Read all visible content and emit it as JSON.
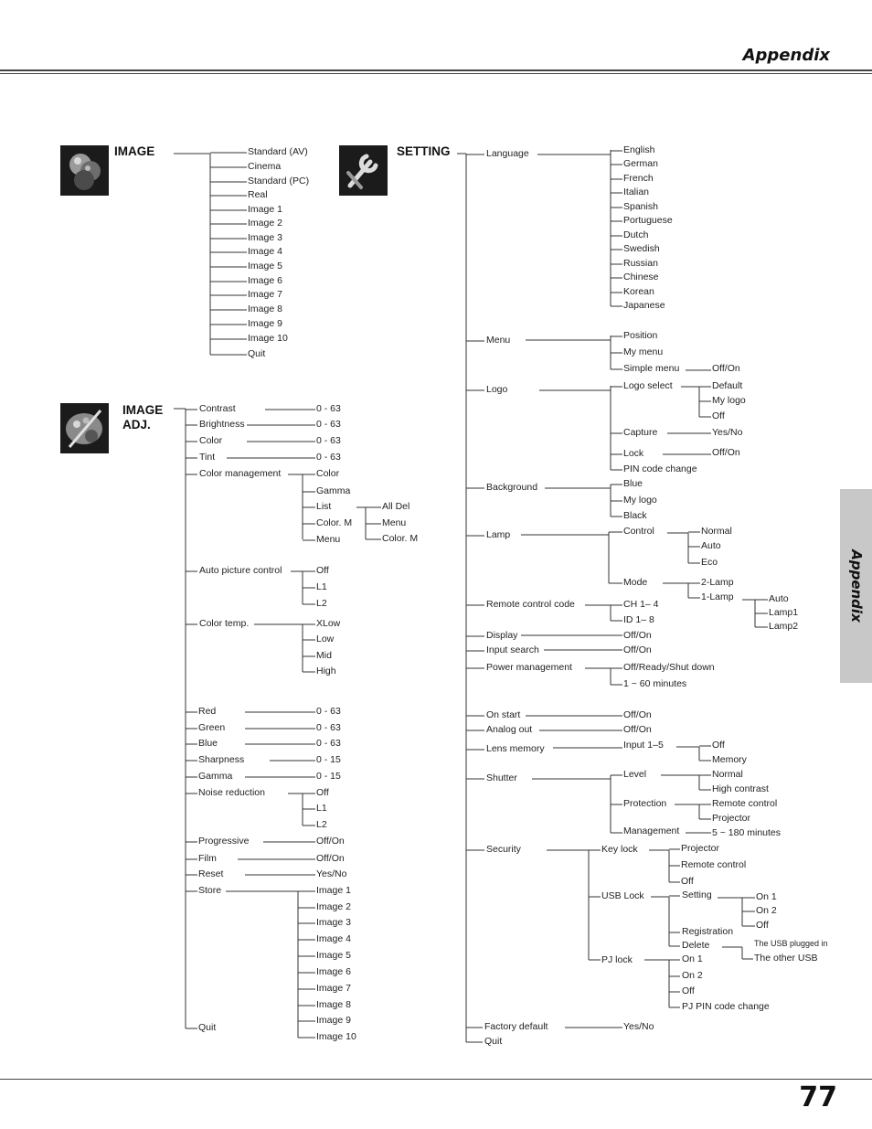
{
  "header": {
    "title": "Appendix"
  },
  "side_tab": {
    "label": "Appendix"
  },
  "page_number": "77",
  "sections": {
    "image": "IMAGE",
    "image_adj": "IMAGE ADJ.",
    "setting": "SETTING"
  },
  "icons": {
    "image": "color-balls-icon",
    "image_adj": "palette-brush-icon",
    "setting": "wrench-icon"
  },
  "image_menu": [
    "Standard (AV)",
    "Cinema",
    "Standard (PC)",
    "Real",
    "Image 1",
    "Image 2",
    "Image 3",
    "Image 4",
    "Image 5",
    "Image 6",
    "Image 7",
    "Image 8",
    "Image 9",
    "Image 10",
    "Quit"
  ],
  "image_adj_menu": [
    {
      "label": "Contrast",
      "value": "0 - 63"
    },
    {
      "label": "Brightness",
      "value": "0 - 63"
    },
    {
      "label": "Color",
      "value": "0 - 63"
    },
    {
      "label": "Tint",
      "value": "0 - 63"
    },
    {
      "label": "Color management",
      "children": [
        "Color",
        "Gamma",
        "List",
        "Color. M",
        "Menu"
      ],
      "list_children": [
        "All Del",
        "Menu",
        "Color. M"
      ]
    },
    {
      "label": "Auto picture control",
      "children": [
        "Off",
        "L1",
        "L2"
      ]
    },
    {
      "label": "Color temp.",
      "children": [
        "XLow",
        "Low",
        "Mid",
        "High"
      ]
    },
    {
      "label": "Red",
      "value": "0 - 63"
    },
    {
      "label": "Green",
      "value": "0 - 63"
    },
    {
      "label": "Blue",
      "value": "0 - 63"
    },
    {
      "label": "Sharpness",
      "value": "0 - 15"
    },
    {
      "label": "Gamma",
      "value": "0 - 15"
    },
    {
      "label": "Noise reduction",
      "children": [
        "Off",
        "L1",
        "L2"
      ]
    },
    {
      "label": "Progressive",
      "value": "Off/On"
    },
    {
      "label": "Film",
      "value": "Off/On"
    },
    {
      "label": "Reset",
      "value": "Yes/No"
    },
    {
      "label": "Store",
      "children": [
        "Image 1",
        "Image 2",
        "Image 3",
        "Image 4",
        "Image 5",
        "Image 6",
        "Image 7",
        "Image 8",
        "Image 9",
        "Image 10"
      ]
    },
    {
      "label": "Quit"
    }
  ],
  "setting_menu": {
    "language": {
      "label": "Language",
      "children": [
        "English",
        "German",
        "French",
        "Italian",
        "Spanish",
        "Portuguese",
        "Dutch",
        "Swedish",
        "Russian",
        "Chinese",
        "Korean",
        "Japanese"
      ]
    },
    "menu": {
      "label": "Menu",
      "children": [
        "Position",
        "My menu",
        "Simple menu"
      ],
      "simple_menu_value": "Off/On"
    },
    "logo": {
      "label": "Logo",
      "logo_select": "Logo select",
      "logo_select_children": [
        "Default",
        "My logo",
        "Off"
      ],
      "capture": "Capture",
      "capture_value": "Yes/No",
      "lock": "Lock",
      "lock_value": "Off/On",
      "pin": "PIN code change"
    },
    "background": {
      "label": "Background",
      "children": [
        "Blue",
        "My logo",
        "Black"
      ]
    },
    "lamp": {
      "label": "Lamp",
      "control": "Control",
      "control_children": [
        "Normal",
        "Auto",
        "Eco"
      ],
      "mode": "Mode",
      "mode_children": [
        "2-Lamp",
        "1-Lamp"
      ],
      "one_lamp_children": [
        "Auto",
        "Lamp1",
        "Lamp2"
      ]
    },
    "remote": {
      "label": "Remote control code",
      "children": [
        "CH 1– 4",
        "ID 1– 8"
      ]
    },
    "display": {
      "label": "Display",
      "value": "Off/On"
    },
    "input_search": {
      "label": "Input search",
      "value": "Off/On"
    },
    "power": {
      "label": "Power management",
      "children": [
        "Off/Ready/Shut down",
        "1 ~ 60 minutes"
      ]
    },
    "on_start": {
      "label": "On start",
      "value": "Off/On"
    },
    "analog_out": {
      "label": "Analog out",
      "value": "Off/On"
    },
    "lens": {
      "label": "Lens memory",
      "input": "Input 1–5",
      "input_children": [
        "Off",
        "Memory"
      ]
    },
    "shutter": {
      "label": "Shutter",
      "level": "Level",
      "level_children": [
        "Normal",
        "High contrast"
      ],
      "protection": "Protection",
      "protection_children": [
        "Remote control",
        "Projector"
      ],
      "management": "Management",
      "management_value": "5 ~ 180 minutes"
    },
    "security": {
      "label": "Security",
      "key_lock": "Key lock",
      "key_lock_children": [
        "Projector",
        "Remote control",
        "Off"
      ],
      "usb_lock": "USB Lock",
      "usb_children": [
        "Setting",
        "Registration",
        "Delete"
      ],
      "setting_children": [
        "On 1",
        "On 2",
        "Off"
      ],
      "delete_children": [
        "The USB plugged in",
        "The other USB"
      ],
      "pj_lock": "PJ lock",
      "pj_children": [
        "On 1",
        "On 2",
        "Off",
        "PJ PIN code change"
      ]
    },
    "factory": {
      "label": "Factory default",
      "value": "Yes/No"
    },
    "quit": {
      "label": "Quit"
    }
  }
}
